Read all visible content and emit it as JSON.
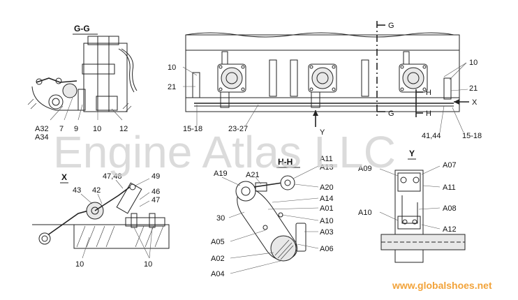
{
  "views": {
    "gg": {
      "title": "G-G",
      "labels": [
        "A32",
        "A34",
        "7",
        "9",
        "10",
        "12"
      ]
    },
    "main": {
      "labels": [
        "10",
        "21",
        "15-18",
        "23-27",
        "Y",
        "G",
        "G",
        "H",
        "H",
        "X",
        "10",
        "21",
        "41,44",
        "15-18"
      ]
    },
    "x": {
      "title": "X",
      "labels": [
        "43",
        "42",
        "47,48",
        "49",
        "46",
        "47",
        "10",
        "10"
      ]
    },
    "hh": {
      "title": "H-H",
      "labels": [
        "A19",
        "A21",
        "A11",
        "A13",
        "A20",
        "A14",
        "A01",
        "30",
        "A10",
        "A03",
        "A05",
        "A06",
        "A02",
        "A04"
      ]
    },
    "y": {
      "title": "Y",
      "labels": [
        "A09",
        "A07",
        "A11",
        "A08",
        "A10",
        "A12"
      ]
    }
  },
  "watermark": "Engine Atlas LLC",
  "url_text": "www.globalshoes.net",
  "colors": {
    "ink": "#222222",
    "watermark": "#cfcfcf",
    "url": "#f2a33a",
    "background": "#ffffff"
  }
}
